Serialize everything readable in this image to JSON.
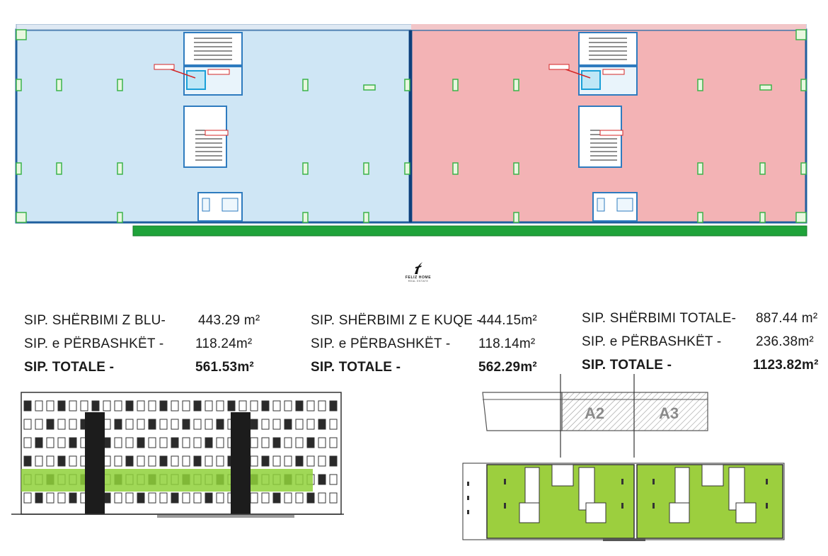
{
  "logo": {
    "brand": "FELIZ HOME",
    "sub": "REAL ESTATE"
  },
  "colors": {
    "blue_zone": "#cfe6f5",
    "red_zone": "#f3b3b5",
    "green_band": "#1fa33a",
    "facade_green": "#8fd13a",
    "floor_green": "#9ccf3e"
  },
  "blocks": [
    {
      "rows": [
        {
          "label": "SIP. SHËRBIMI Z BLU-",
          "value": "443.29 m²"
        },
        {
          "label": "SIP. e PËRBASHKËT -",
          "value": "118.24m²"
        },
        {
          "label": "SIP. TOTALE -",
          "value": "561.53m²"
        }
      ]
    },
    {
      "rows": [
        {
          "label": "SIP. SHËRBIMI Z E KUQE -",
          "value": "444.15m²"
        },
        {
          "label": "SIP. e PËRBASHKËT -",
          "value": "118.14m²"
        },
        {
          "label": "SIP. TOTALE -",
          "value": "562.29m²"
        }
      ]
    },
    {
      "rows": [
        {
          "label": "SIP. SHËRBIMI TOTALE-",
          "value": "887.44 m²"
        },
        {
          "label": "SIP. e PËRBASHKËT -",
          "value": "236.38m²"
        },
        {
          "label": "SIP. TOTALE -",
          "value": "1123.82m²"
        }
      ]
    }
  ],
  "key_plan": {
    "units": [
      "A2",
      "A3"
    ]
  }
}
